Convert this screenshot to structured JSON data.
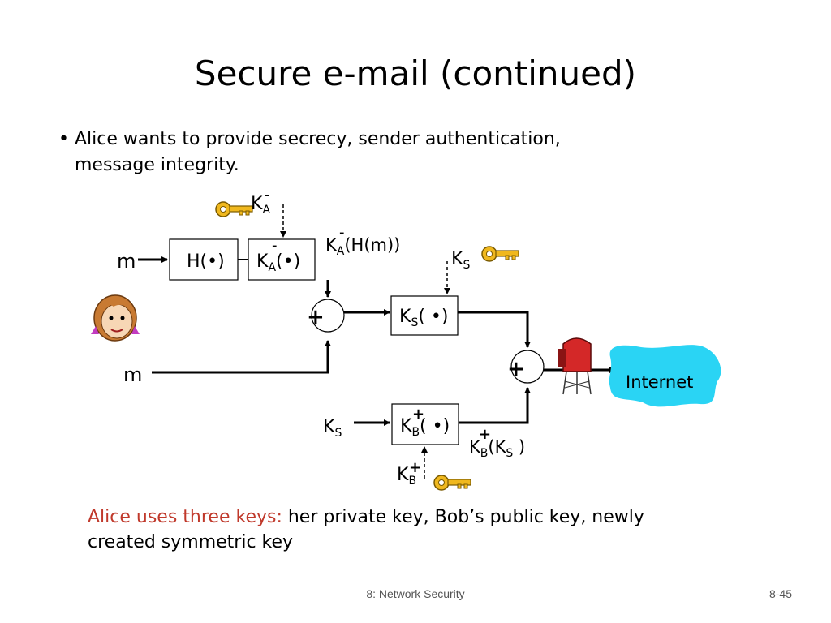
{
  "slide": {
    "title": "Secure e-mail (continued)",
    "bullet": {
      "marker": "•",
      "line1": "Alice wants to provide secrecy, sender authentication,",
      "line2": "message integrity."
    },
    "note": {
      "highlight": "Alice uses three keys:",
      "line1_rest": " her private key, Bob’s public key, newly",
      "line2": "created symmetric key"
    },
    "footer": {
      "left": "8: Network Security",
      "right": "8-45"
    }
  },
  "diagram": {
    "m_top": "m",
    "m_bottom": "m",
    "hash_box": "H(•)",
    "ka_box": {
      "k": "K",
      "sub": "A",
      "sup": "-",
      "arg": "(•)"
    },
    "ka_key_label": {
      "k": "K",
      "sub": "A",
      "sup": "-"
    },
    "ka_hm_label": {
      "k": "K",
      "sub": "A",
      "sup": "-",
      "arg": "(H(m))"
    },
    "ks_box": {
      "k": "K",
      "sub": "S",
      "arg": "( •)"
    },
    "ks_key_label": {
      "k": "K",
      "sub": "S"
    },
    "ks_input_label": {
      "k": "K",
      "sub": "S"
    },
    "kb_box": {
      "k": "K",
      "sub": "B",
      "sup": "+",
      "arg": "( •)"
    },
    "kb_key_label": {
      "k": "K",
      "sub": "B",
      "sup": "+"
    },
    "kb_ks_label": {
      "k": "K",
      "sub": "B",
      "sup": "+",
      "arg_open": "(K",
      "arg_sub": "S",
      "arg_close": " )"
    },
    "plus": "+",
    "internet": "Internet",
    "colors": {
      "internet_cloud": "#2ad4f4",
      "note_highlight": "#c0392b",
      "mailbox": "#d42828",
      "key": "#f0b81e"
    }
  }
}
